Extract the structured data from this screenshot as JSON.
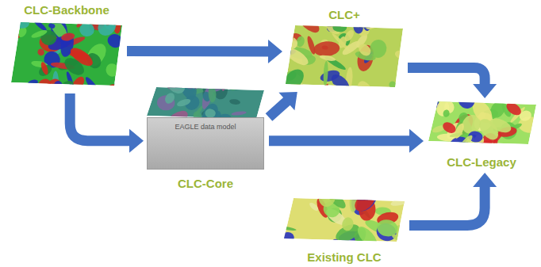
{
  "diagram": {
    "nodes": [
      {
        "text": [
          "CLC-Backbone"
        ]
      },
      {
        "text": [
          "CLC+"
        ]
      },
      {
        "text": [
          "EAGLE data model",
          "CLC-Core"
        ]
      },
      {
        "text": [
          "CLC-Legacy"
        ]
      },
      {
        "text": [
          "Existing CLC"
        ]
      }
    ],
    "edges": [
      {
        "from": 0,
        "to": 1,
        "arrow": "to"
      },
      {
        "from": 0,
        "to": 2,
        "arrow": "to"
      },
      {
        "from": 2,
        "to": 1,
        "arrow": "to"
      },
      {
        "from": 2,
        "to": 3,
        "arrow": "to"
      },
      {
        "from": 1,
        "to": 3,
        "arrow": "to"
      },
      {
        "from": 4,
        "to": 3,
        "arrow": "to"
      }
    ]
  }
}
